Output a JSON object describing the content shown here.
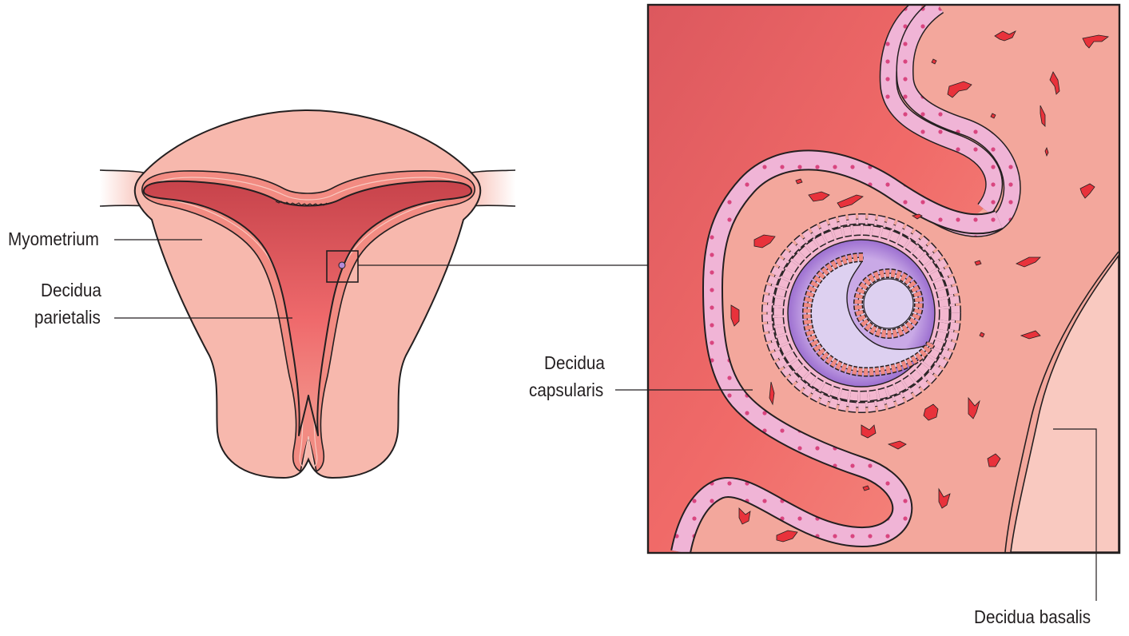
{
  "labels": {
    "myometrium": "Myometrium",
    "decidua_parietalis_1": "Decidua",
    "decidua_parietalis_2": "parietalis",
    "decidua_capsularis_1": "Decidua",
    "decidua_capsularis_2": "capsularis",
    "decidua_basalis": "Decidua basalis"
  },
  "colors": {
    "outline": "#231f20",
    "myometrium_fill": "#f7b8ad",
    "myometrium_light": "#fbd0c8",
    "endometrium": "#f28b82",
    "cavity_dark": "#c9474e",
    "cavity_light": "#ef6a6c",
    "decidua_tissue": "#f3a79c",
    "basalis_fill": "#f9c9c0",
    "epithelium": "#f0b4d6",
    "epithelium_dot": "#d9457f",
    "vessel": "#e8323b",
    "trophoblast": "#b48bd8",
    "trophoblast_light": "#ddd0f0",
    "amnion": "#f08a82"
  }
}
